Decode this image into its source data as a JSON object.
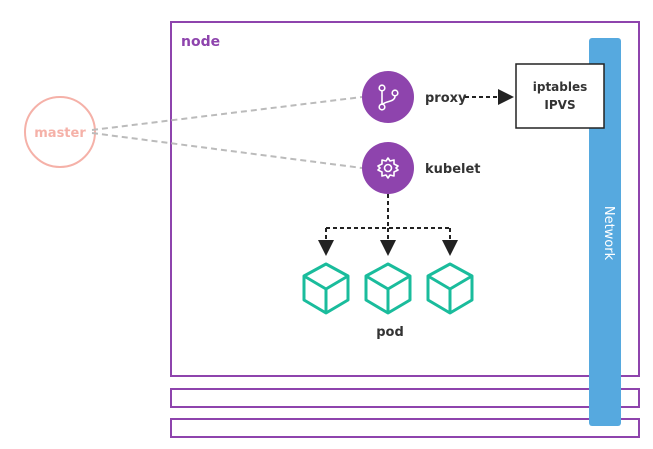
{
  "node": {
    "label": "node"
  },
  "master": {
    "label": "master"
  },
  "proxy": {
    "label": "proxy",
    "icon": "git-branch-icon"
  },
  "kubelet": {
    "label": "kubelet",
    "icon": "gear-icon"
  },
  "iptables_box": {
    "line1": "iptables",
    "line2": "IPVS"
  },
  "network": {
    "label": "Network"
  },
  "pods": {
    "label": "pod",
    "count": 3,
    "icon": "cube-icon"
  },
  "colors": {
    "node_border": "#8e44ad",
    "purple": "#8e44ad",
    "master": "#f5b1a8",
    "network": "#56a9df",
    "pod": "#1abc9c",
    "text": "#333333"
  }
}
